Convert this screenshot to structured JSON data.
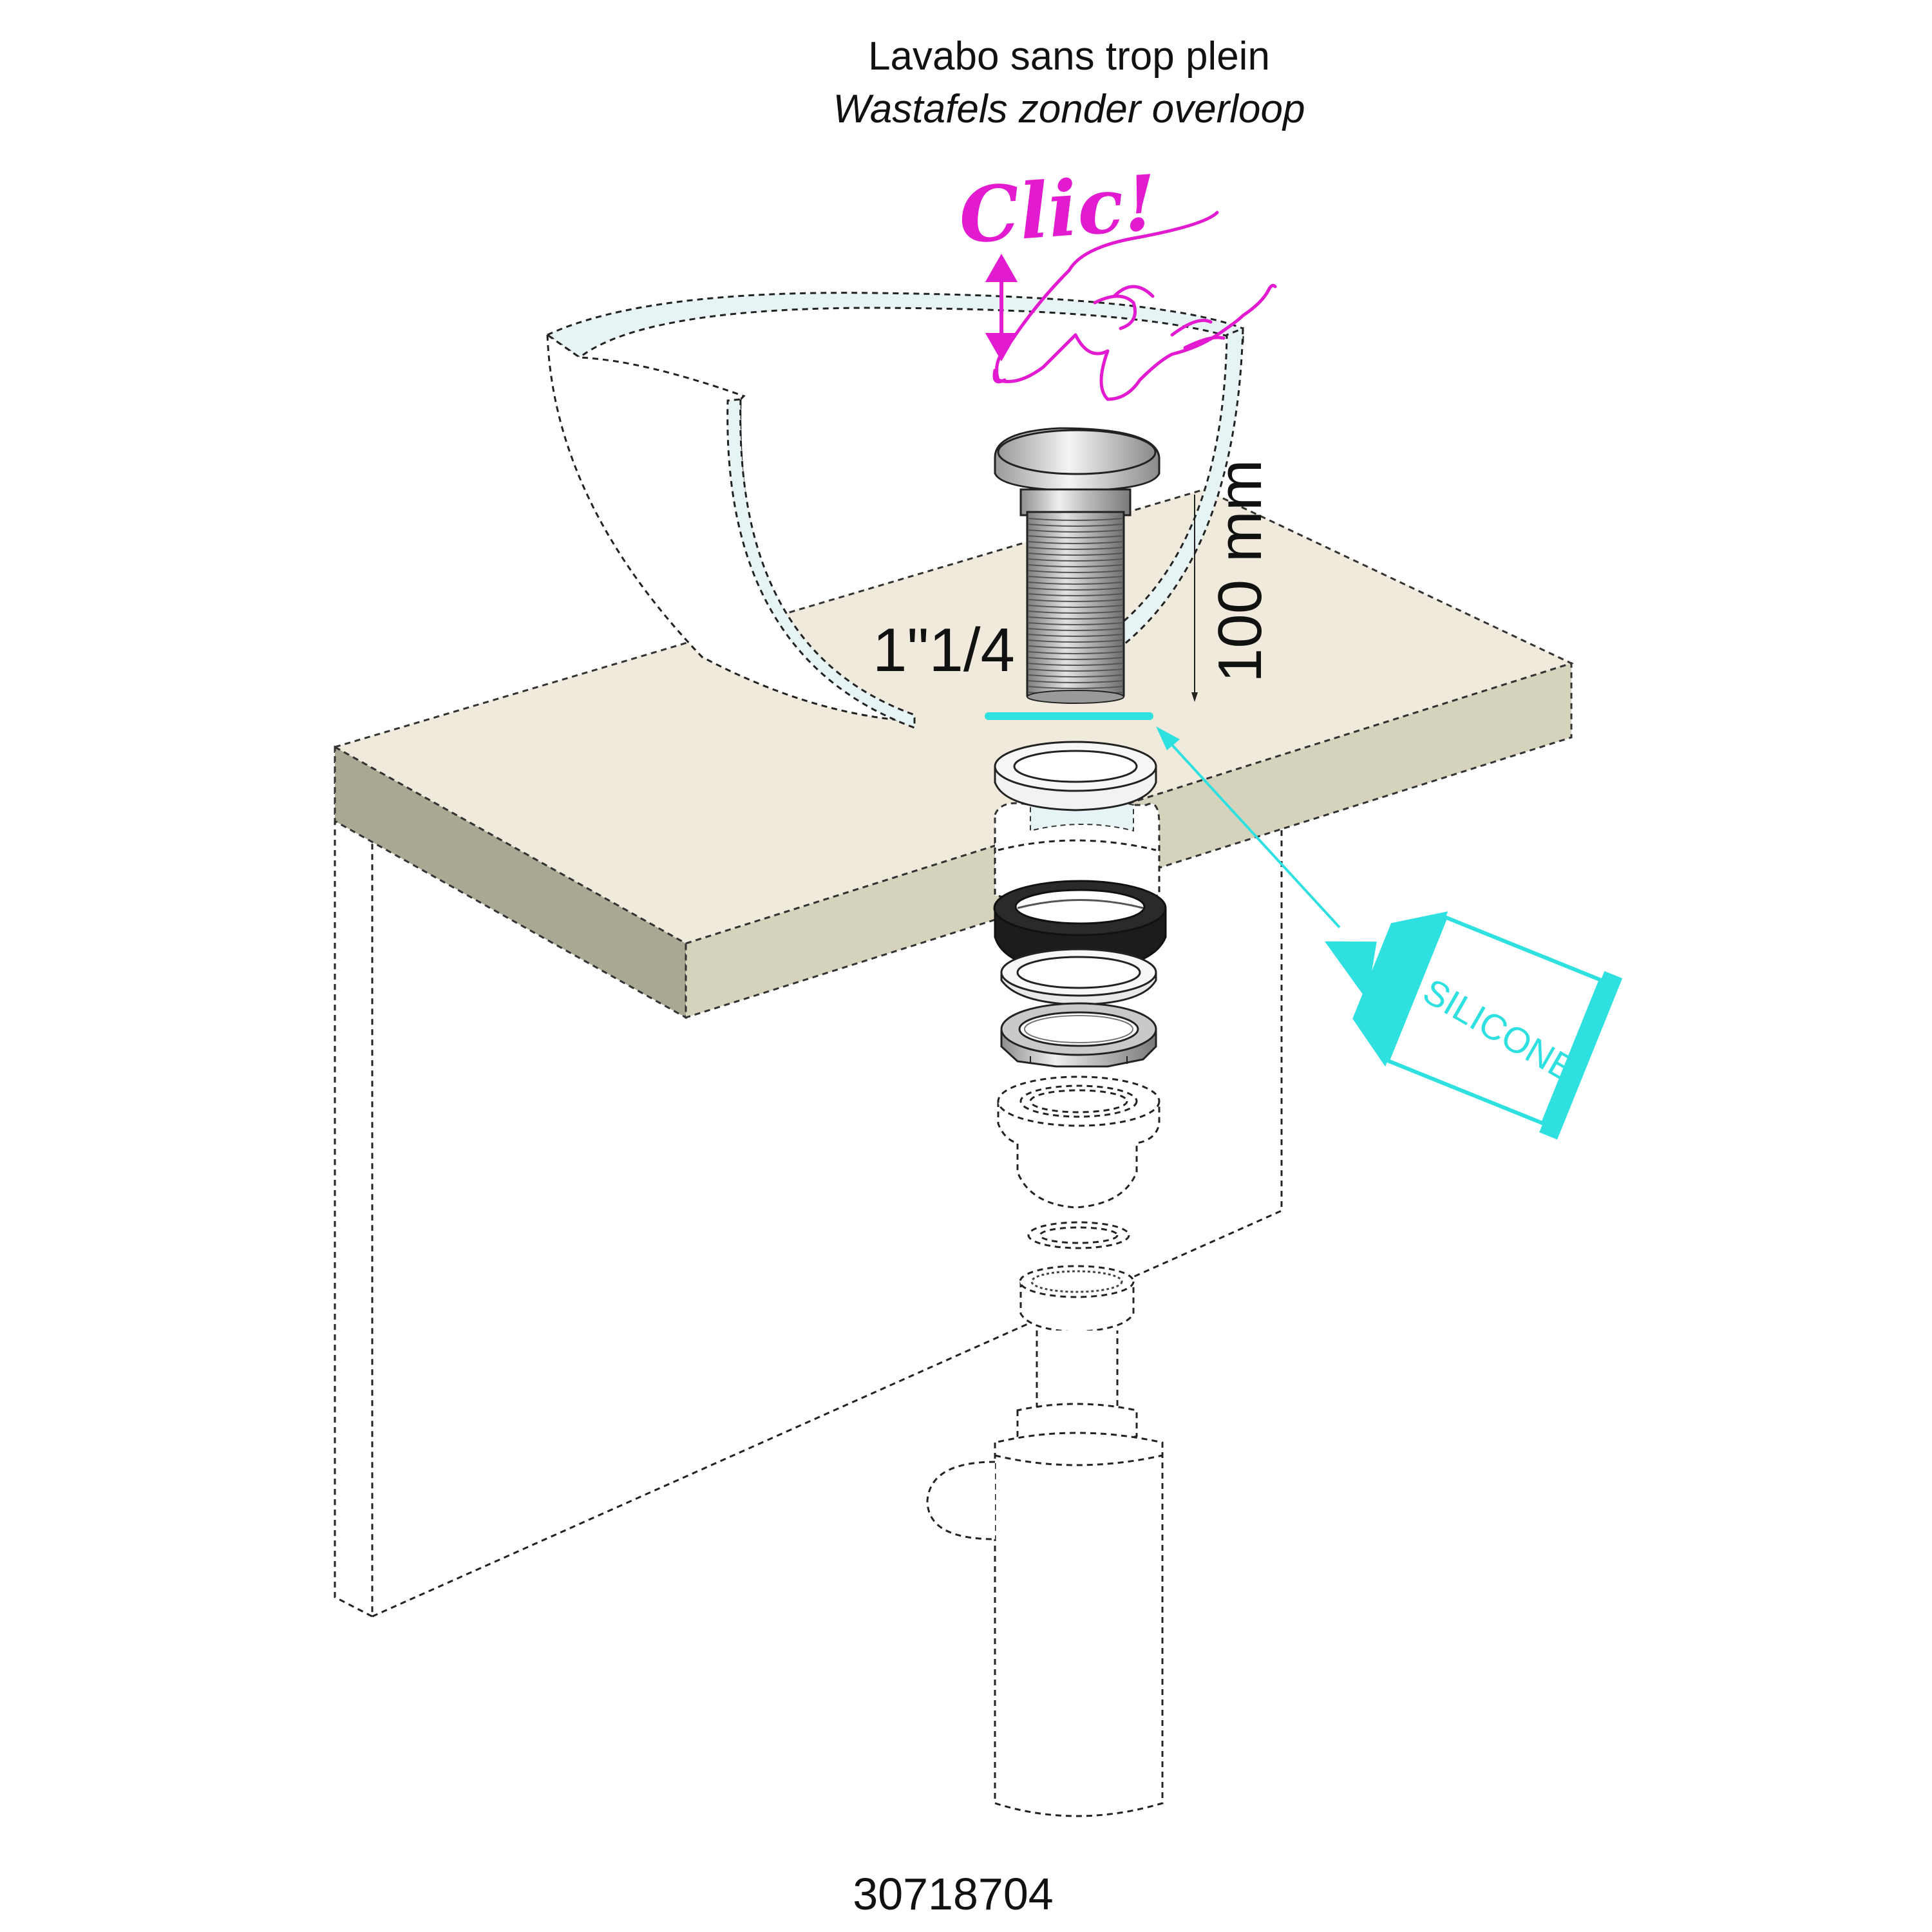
{
  "title": {
    "line_fr": "Lavabo sans trop plein",
    "line_nl": "Wastafels zonder overloop"
  },
  "annotations": {
    "click": "Clic!",
    "diameter": "1\"1/4",
    "height": "100 mm",
    "sealant": "SILICONE"
  },
  "reference": "30718704",
  "colors": {
    "magenta": "#e21bd0",
    "cyan": "#2fe0e0",
    "countertop_top": "#efeadb",
    "countertop_side": "#a9a893",
    "countertop_front": "#d6d3bd",
    "basin_glass": "#e6f4f6",
    "chrome": "#b7b7b7",
    "rubber_black": "#1c1c1c"
  },
  "parts": [
    "push-button-cap",
    "threaded-waste-body",
    "top-washer",
    "black-rubber-seal",
    "flat-washer",
    "locknut",
    "trap-connector",
    "small-washer",
    "trap-nut",
    "bottle-trap"
  ]
}
